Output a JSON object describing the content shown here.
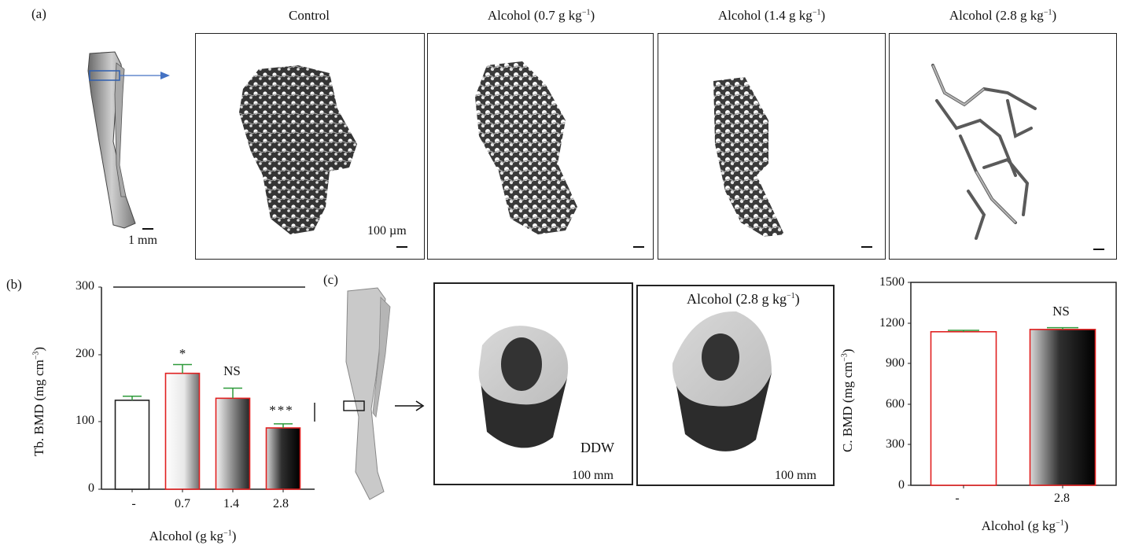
{
  "panel_a": {
    "label": "(a)",
    "overview_scale": "1 mm",
    "columns": [
      {
        "title": "Control"
      },
      {
        "title": "Alcohol (0.7 g kg",
        "sup": "−1",
        "close": ")"
      },
      {
        "title": "Alcohol (1.4 g kg",
        "sup": "−1",
        "close": ")"
      },
      {
        "title": "Alcohol (2.8 g kg",
        "sup": "−1",
        "close": ")"
      }
    ],
    "scale_bar_label": "100 µm"
  },
  "panel_b": {
    "label": "(b)"
  },
  "panel_c": {
    "label": "(c)",
    "images": [
      {
        "title": "DDW",
        "scale": "100 mm"
      },
      {
        "title": "Alcohol (2.8 g kg",
        "sup": "−1",
        "close": ")",
        "scale": "100 mm"
      }
    ]
  },
  "chart_data": [
    {
      "id": "tb_bmd",
      "type": "bar",
      "title": "",
      "ylabel": "Tb. BMD (mg cm⁻³)",
      "ylabel_main": "Tb. BMD (mg cm",
      "ylabel_sup": "−3",
      "xlabel": "Alcohol (g kg⁻¹)",
      "xlabel_main": "Alcohol (g kg",
      "xlabel_sup": "−1",
      "categories": [
        "-",
        "0.7",
        "1.4",
        "2.8"
      ],
      "values": [
        132,
        172,
        135,
        91
      ],
      "error_upper": [
        138,
        185,
        150,
        97
      ],
      "significance": [
        "",
        "*",
        "NS",
        "***"
      ],
      "ylim": [
        0,
        300
      ],
      "yticks": [
        "0",
        "100",
        "200",
        "300"
      ],
      "grid": false,
      "bar_fill": [
        "white",
        "gradient-light",
        "gradient-mid",
        "gradient-dark"
      ],
      "bar_edge": [
        "#222222",
        "#e02020",
        "#e02020",
        "#e02020"
      ],
      "error_color": "#2e9a3a"
    },
    {
      "id": "c_bmd",
      "type": "bar",
      "title": "",
      "ylabel": "C. BMD (mg cm⁻³)",
      "ylabel_main": "C. BMD (mg cm",
      "ylabel_sup": "−3",
      "xlabel": "Alcohol (g kg⁻¹)",
      "xlabel_main": "Alcohol (g kg",
      "xlabel_sup": "−1",
      "categories": [
        "-",
        "2.8"
      ],
      "values": [
        1135,
        1152
      ],
      "error_upper": [
        1145,
        1165
      ],
      "significance": [
        "",
        "NS"
      ],
      "ylim": [
        0,
        1500
      ],
      "yticks": [
        "0",
        "300",
        "600",
        "900",
        "1200",
        "1500"
      ],
      "grid": false,
      "bar_fill": [
        "white",
        "gradient-dark"
      ],
      "bar_edge": [
        "#e02020",
        "#e02020"
      ],
      "error_color": "#2e9a3a"
    }
  ]
}
